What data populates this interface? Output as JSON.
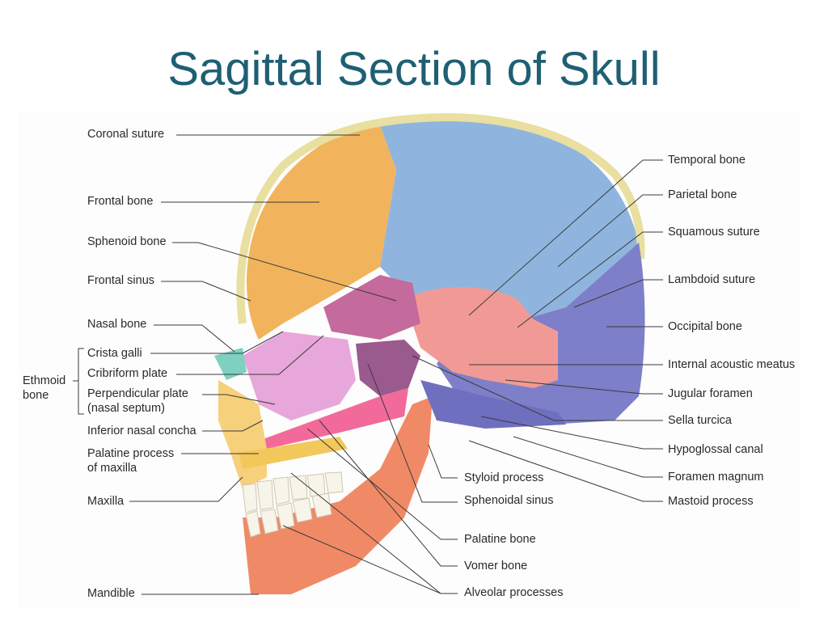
{
  "title": "Sagittal Section of Skull",
  "colors": {
    "title": "#1e5f74",
    "frontal": "#f1b45c",
    "parietal": "#8fb5de",
    "occipital": "#7e7fc9",
    "temporal": "#f19a95",
    "sphenoid": "#c46a9c",
    "ethmoid": "#e7a7da",
    "vomer": "#f26a9a",
    "maxilla": "#f6d07a",
    "mandible": "#f08a66",
    "nasal": "#7fd0c0"
  },
  "labels": {
    "left": {
      "coronal_suture": "Coronal suture",
      "frontal_bone": "Frontal bone",
      "sphenoid_bone": "Sphenoid bone",
      "frontal_sinus": "Frontal sinus",
      "nasal_bone": "Nasal bone",
      "ethmoid_group": "Ethmoid bone",
      "crista_galli": "Crista galli",
      "cribriform_plate": "Cribriform plate",
      "perpendicular_plate": "Perpendicular plate\n(nasal septum)",
      "inferior_nasal_concha": "Inferior nasal concha",
      "palatine_process": "Palatine process\nof maxilla",
      "maxilla": "Maxilla",
      "mandible": "Mandible"
    },
    "right": {
      "temporal_bone": "Temporal bone",
      "parietal_bone": "Parietal bone",
      "squamous_suture": "Squamous suture",
      "lambdoid_suture": "Lambdoid suture",
      "occipital_bone": "Occipital bone",
      "internal_acoustic_meatus": "Internal acoustic meatus",
      "jugular_foramen": "Jugular foramen",
      "sella_turcica": "Sella turcica",
      "hypoglossal_canal": "Hypoglossal canal",
      "foramen_magnum": "Foramen magnum",
      "mastoid_process": "Mastoid process"
    },
    "bottom": {
      "styloid_process": "Styloid process",
      "sphenoidal_sinus": "Sphenoidal sinus",
      "palatine_bone": "Palatine bone",
      "vomer_bone": "Vomer bone",
      "alveolar_processes": "Alveolar processes"
    }
  }
}
